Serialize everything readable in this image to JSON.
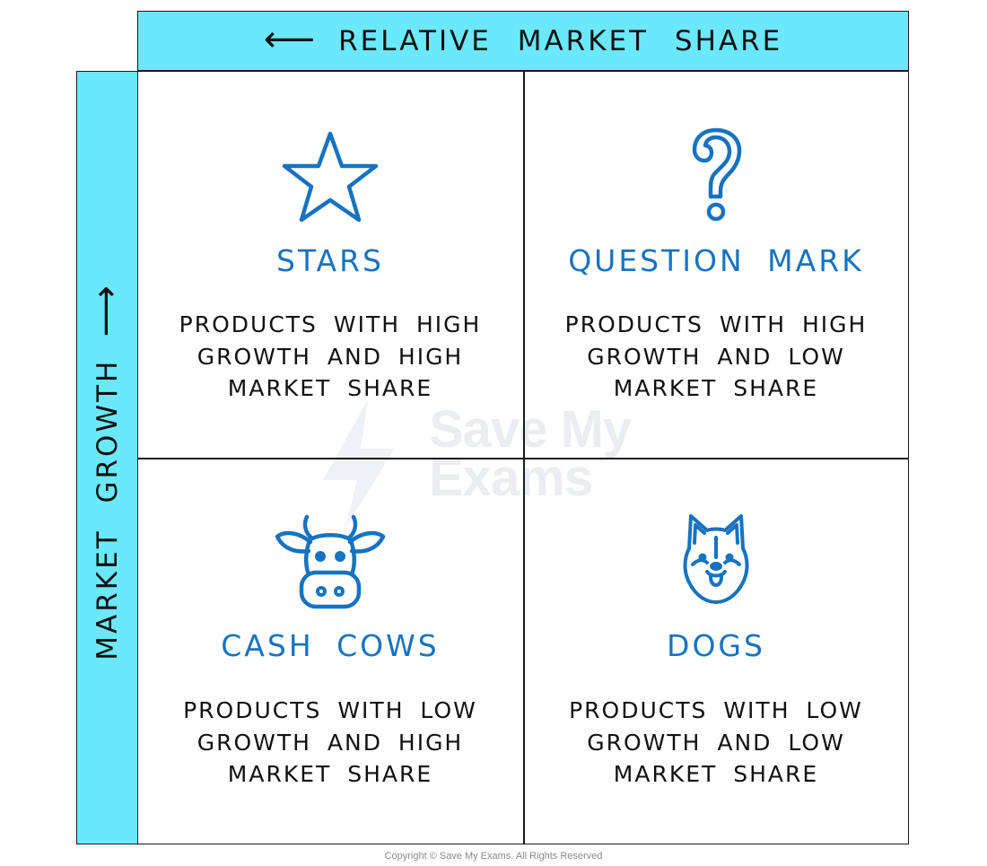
{
  "axes": {
    "x_label": "RELATIVE MARKET SHARE",
    "x_arrow": "⟵",
    "y_label": "MARKET GROWTH",
    "y_arrow": "⟶"
  },
  "quadrants": [
    {
      "icon": "star-icon",
      "title": "STARS",
      "lines": [
        "PRODUCTS WITH HIGH",
        "GROWTH AND HIGH",
        "MARKET SHARE"
      ]
    },
    {
      "icon": "question-mark-icon",
      "title": "QUESTION MARK",
      "lines": [
        "PRODUCTS WITH HIGH",
        "GROWTH AND LOW",
        "MARKET SHARE"
      ]
    },
    {
      "icon": "cow-icon",
      "title": "CASH COWS",
      "lines": [
        "PRODUCTS WITH LOW",
        "GROWTH AND HIGH",
        "MARKET SHARE"
      ]
    },
    {
      "icon": "dog-icon",
      "title": "DOGS",
      "lines": [
        "PRODUCTS WITH LOW",
        "GROWTH AND LOW",
        "MARKET SHARE"
      ]
    }
  ],
  "watermark": {
    "line1": "Save My",
    "line2": "Exams"
  },
  "footer": {
    "copyright": "Copyright © Save My Exams. All Rights Reserved"
  },
  "colors": {
    "axis_fill": "#6ce8fc",
    "accent": "#1773c0",
    "text": "#111111",
    "border": "#1a1a1a"
  }
}
